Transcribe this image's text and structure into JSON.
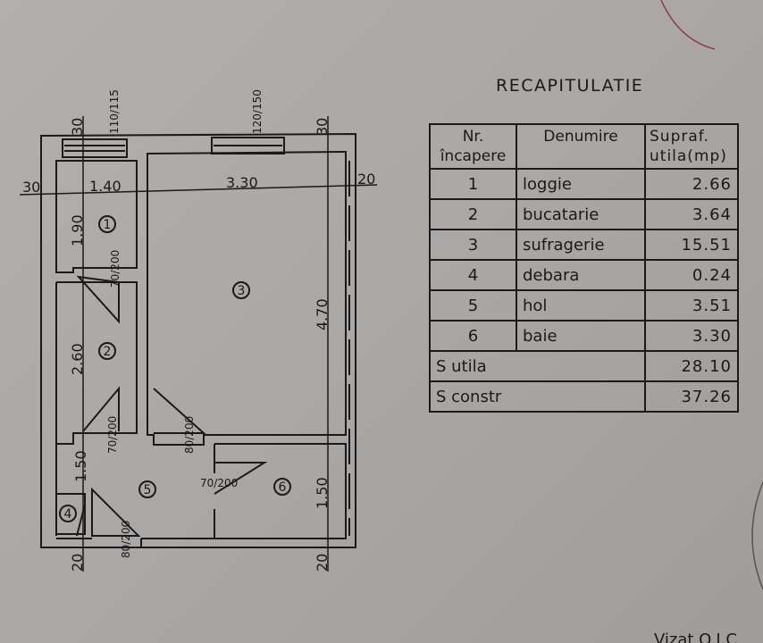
{
  "title": "RECAPITULATIE",
  "table": {
    "headers": [
      "Nr. încapere",
      "Denumire",
      "Supraf. utila(mp)"
    ],
    "rows": [
      {
        "nr": "1",
        "name": "loggie",
        "area": "2.66"
      },
      {
        "nr": "2",
        "name": "bucatarie",
        "area": "3.64"
      },
      {
        "nr": "3",
        "name": "sufragerie",
        "area": "15.51"
      },
      {
        "nr": "4",
        "name": "debara",
        "area": "0.24"
      },
      {
        "nr": "5",
        "name": "hol",
        "area": "3.51"
      },
      {
        "nr": "6",
        "name": "baie",
        "area": "3.30"
      }
    ],
    "totals": [
      {
        "label": "S utila",
        "value": "28.10"
      },
      {
        "label": "S constr",
        "value": "37.26"
      }
    ]
  },
  "plan": {
    "rooms": [
      "1",
      "2",
      "3",
      "4",
      "5",
      "6"
    ],
    "dims": {
      "left_wall": "30",
      "w1": "1.40",
      "w2": "3.30",
      "right_wall": "20",
      "h1": "1.90",
      "h2": "2.60",
      "h3": "4.70",
      "h5": "1.50",
      "h6": "1.50",
      "top_wall_l": "30",
      "top_wall_r": "30",
      "bottom_l": "20",
      "bottom_r": "20",
      "win1": "110/115",
      "win2": "120/150",
      "door1": "70/200",
      "door2": "70/200",
      "door3": "80/200",
      "door4": "70/200",
      "door5": "80/200"
    }
  },
  "footer": "Vizat O.J.C"
}
